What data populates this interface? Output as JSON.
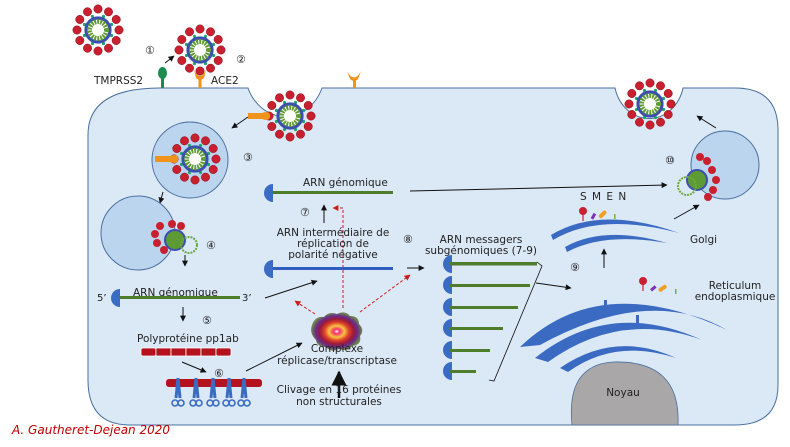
{
  "colors": {
    "cell_fill": "#dbe8f6",
    "cell_stroke": "#4a6f9e",
    "vesicle_fill": "#bcd5ee",
    "rna_green": "#4e7d2c",
    "rna_blue": "#2f5fbf",
    "cap_blue": "#3a6cc4",
    "er_blue": "#3b6ac2",
    "nucleus_gray": "#a9a7a8",
    "spike_red": "#c8202e",
    "membrane_blue": "#3c4fb0",
    "ace2_orange": "#f0931c",
    "tmprss2_green": "#1d8a4e",
    "credit_red": "#c00000",
    "dashed_red": "#d01b1b"
  },
  "labels": {
    "tmprss2": "TMPRSS2",
    "ace2": "ACE2",
    "arn_genomique_top": "ARN génomique",
    "arn_genomique_left": "ARN génomique",
    "five_prime": "5’",
    "three_prime": "3’",
    "polyproteine": "Polyprotéine pp1ab",
    "arn_intermediaire_line1": "ARN intermédiaire de",
    "arn_intermediaire_line2": "réplication de",
    "arn_intermediaire_line3": "polarité négative",
    "complexe_line1": "Complexe",
    "complexe_line2": "réplicase/transcriptase",
    "clivage_line1": "Clivage en 16 protéines",
    "clivage_line2": "non structurales",
    "arn_messagers_line1": "ARN messagers",
    "arn_messagers_line2": "subgénomiques (7-9)",
    "smen": "S M E N",
    "golgi": "Golgi",
    "reticulum_line1": "Reticulum",
    "reticulum_line2": "endoplasmique",
    "noyau": "Noyau"
  },
  "steps": {
    "s1": "①",
    "s2": "②",
    "s3": "③",
    "s4": "④",
    "s5": "⑤",
    "s6": "⑥",
    "s7": "⑦",
    "s8": "⑧",
    "s9": "⑨",
    "s10": "⑩"
  },
  "credit": "A. Gautheret-Dejean  2020"
}
